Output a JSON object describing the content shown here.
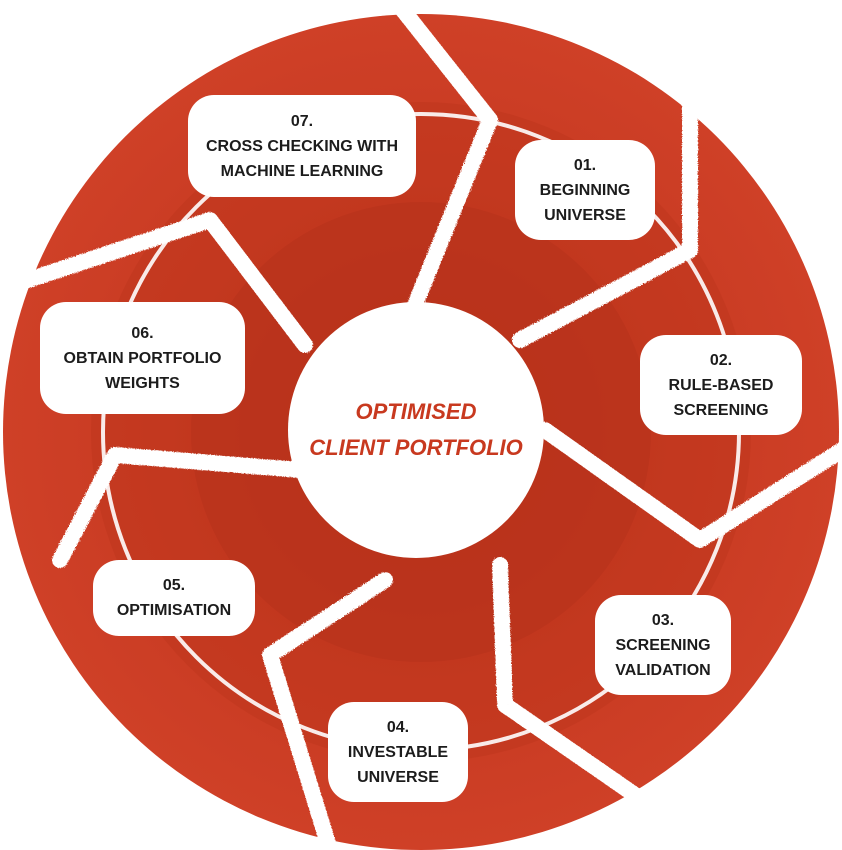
{
  "colors": {
    "ring": "#cc3d24",
    "ring_dark": "#b8331c",
    "separator": "#ffffff",
    "label_bg": "#ffffff",
    "label_text": "#1c1c1c",
    "center_text": "#c8391f"
  },
  "center": {
    "line1": "OPTIMISED",
    "line2": "CLIENT PORTFOLIO"
  },
  "steps": [
    {
      "number": "01.",
      "lines": [
        "BEGINNING",
        "UNIVERSE"
      ]
    },
    {
      "number": "02.",
      "lines": [
        "RULE-BASED",
        "SCREENING"
      ]
    },
    {
      "number": "03.",
      "lines": [
        "SCREENING",
        "VALIDATION"
      ]
    },
    {
      "number": "04.",
      "lines": [
        "INVESTABLE",
        "UNIVERSE"
      ]
    },
    {
      "number": "05.",
      "lines": [
        "OPTIMISATION"
      ]
    },
    {
      "number": "06.",
      "lines": [
        "OBTAIN PORTFOLIO",
        "WEIGHTS"
      ]
    },
    {
      "number": "07.",
      "lines": [
        "CROSS CHECKING WITH",
        "MACHINE LEARNING"
      ]
    }
  ]
}
